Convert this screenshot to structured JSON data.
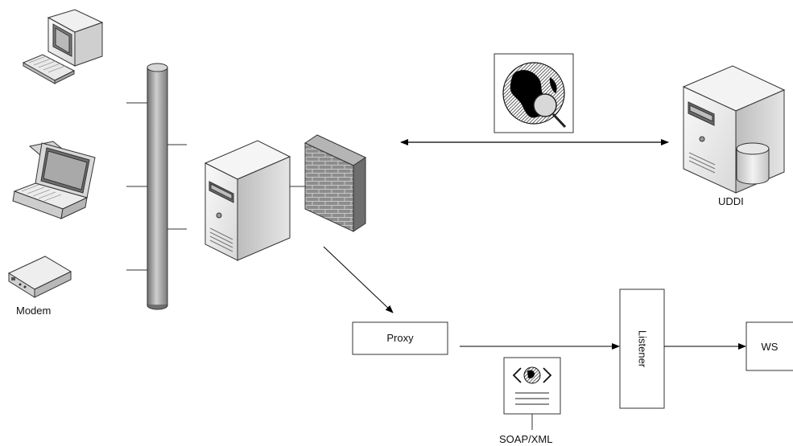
{
  "labels": {
    "modem": "Modem",
    "uddi": "UDDI",
    "proxy": "Proxy",
    "listener": "Listener",
    "ws": "WS",
    "soap_xml": "SOAP/XML"
  },
  "icons": {
    "desktop": "desktop-computer-icon",
    "laptop": "laptop-icon",
    "modem": "modem-icon",
    "backbone": "network-backbone-pipe",
    "server": "server-tower-icon",
    "firewall": "firewall-icon",
    "registry_search": "globe-search-icon",
    "uddi_server": "database-server-icon",
    "soap_document": "xml-document-icon"
  },
  "colors": {
    "line": "#000000",
    "pipe": "#9a9a9a",
    "server_body": "#e6e6e6",
    "firewall": "#8a8a8a"
  }
}
